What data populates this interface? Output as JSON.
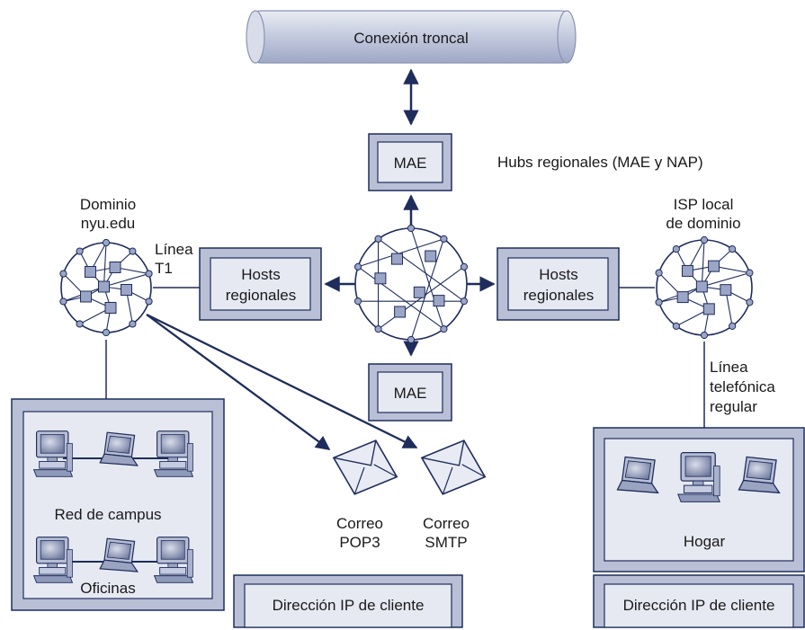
{
  "backbone": {
    "label": "Conexión troncal"
  },
  "mae_top": {
    "label": "MAE"
  },
  "mae_bottom": {
    "label": "MAE"
  },
  "regional_hubs": {
    "label": "Hubs regionales (MAE y NAP)"
  },
  "domain_left": {
    "line1": "Dominio",
    "line2": "nyu.edu"
  },
  "domain_right": {
    "line1": "ISP local",
    "line2": "de dominio"
  },
  "t1_line": {
    "line1": "Línea",
    "line2": "T1"
  },
  "hosts_left": {
    "line1": "Hosts",
    "line2": "regionales"
  },
  "hosts_right": {
    "line1": "Hosts",
    "line2": "regionales"
  },
  "phone_line": {
    "line1": "Línea",
    "line2": "telefónica",
    "line3": "regular"
  },
  "campus": {
    "label": "Red de campus",
    "offices": "Oficinas"
  },
  "mail_pop3": {
    "line1": "Correo",
    "line2": "POP3"
  },
  "mail_smtp": {
    "line1": "Correo",
    "line2": "SMTP"
  },
  "home": {
    "label": "Hogar"
  },
  "client_ip_left": {
    "label": "Dirección IP de cliente"
  },
  "client_ip_right": {
    "label": "Dirección IP de cliente"
  },
  "colors": {
    "navy": "#1e2d5c",
    "box_fill": "#b9c0d6",
    "box_inner": "#e6e9f2",
    "node": "#9ba5c6"
  }
}
